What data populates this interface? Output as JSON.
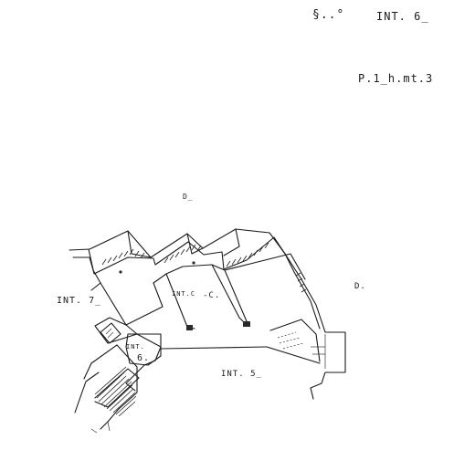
{
  "header": {
    "scribble": "§..°",
    "unit_ref": "INT. 6_",
    "floor_ref": "P.1_h.mt.3"
  },
  "plan": {
    "labels": {
      "north_d": "D_",
      "east_d": "D.",
      "int_7": "INT. 7_",
      "int_6_num": "INT.",
      "int_6_digit": "6.",
      "int_5": "INT. 5_",
      "room_c": "-C.",
      "room_small": "INT.C"
    }
  }
}
